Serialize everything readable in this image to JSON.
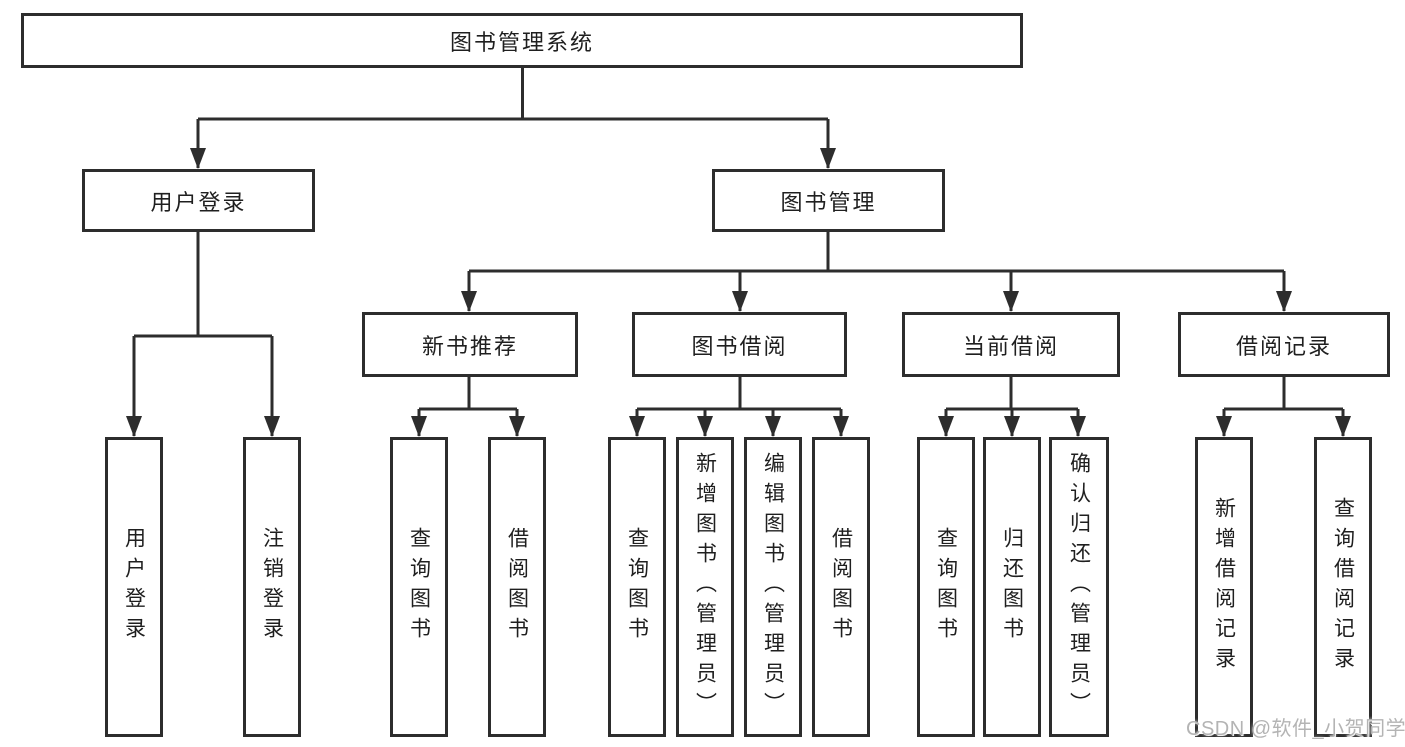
{
  "diagram": {
    "type": "hierarchy-tree",
    "title": "图书管理系统"
  },
  "hierarchy": {
    "title": "图书管理系统",
    "children": [
      {
        "title": "用户登录",
        "children": [
          {
            "title": "用户登录"
          },
          {
            "title": "注销登录"
          }
        ]
      },
      {
        "title": "图书管理",
        "children": [
          {
            "title": "新书推荐",
            "children": [
              {
                "title": "查询图书"
              },
              {
                "title": "借阅图书"
              }
            ]
          },
          {
            "title": "图书借阅",
            "children": [
              {
                "title": "查询图书"
              },
              {
                "title": "新增图书（管理员）"
              },
              {
                "title": "编辑图书（管理员）"
              },
              {
                "title": "借阅图书"
              }
            ]
          },
          {
            "title": "当前借阅",
            "children": [
              {
                "title": "查询图书"
              },
              {
                "title": "归还图书"
              },
              {
                "title": "确认归还（管理员）"
              }
            ]
          },
          {
            "title": "借阅记录",
            "children": [
              {
                "title": "新增借阅记录"
              },
              {
                "title": "查询借阅记录"
              }
            ]
          }
        ]
      }
    ]
  },
  "watermark": {
    "text": "CSDN @软件_小贺同学"
  },
  "colors": {
    "line": "#2d2d2d",
    "box_border": "#2d2d2d",
    "box_background": "#ffffff",
    "text": "#1f1f1f",
    "page_background": "#ffffff",
    "watermark": "#b4b4b4"
  }
}
